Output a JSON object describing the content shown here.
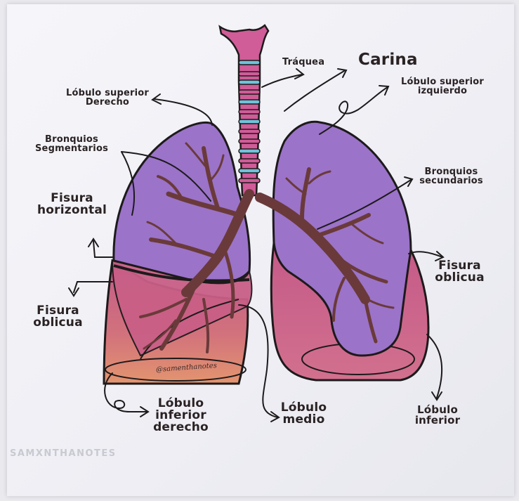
{
  "labels": {
    "traquea": "Tráquea",
    "carina": "Carina",
    "lobulo_superior_derecho": "Lóbulo superior Derecho",
    "lobulo_superior_izquierdo": "Lóbulo superior izquierdo",
    "bronquios_segmentarios": "Bronquios Segmentarios",
    "bronquios_secundarios": "Bronquios secundarios",
    "fisura_horizontal": "Fisura horizontal",
    "fisura_oblicua_izq": "Fisura oblicua",
    "fisura_oblicua_der": "Fisura oblicua",
    "lobulo_inferior_derecho": "Lóbulo inferior derecho",
    "lobulo_medio": "Lóbulo medio",
    "lobulo_inferior": "Lóbulo inferior"
  },
  "signature": "@samenthanotes",
  "watermark": "SAMXNTHANOTES",
  "colors": {
    "upper_lobe": "#9b73c9",
    "middle_lobe": "#c95f86",
    "lower_lobe": "#de8a78",
    "bronchi": "#6a3a3a",
    "trachea_pink": "#d05c98",
    "trachea_blue": "#6fc3d9",
    "outline": "#1d1a1b"
  }
}
